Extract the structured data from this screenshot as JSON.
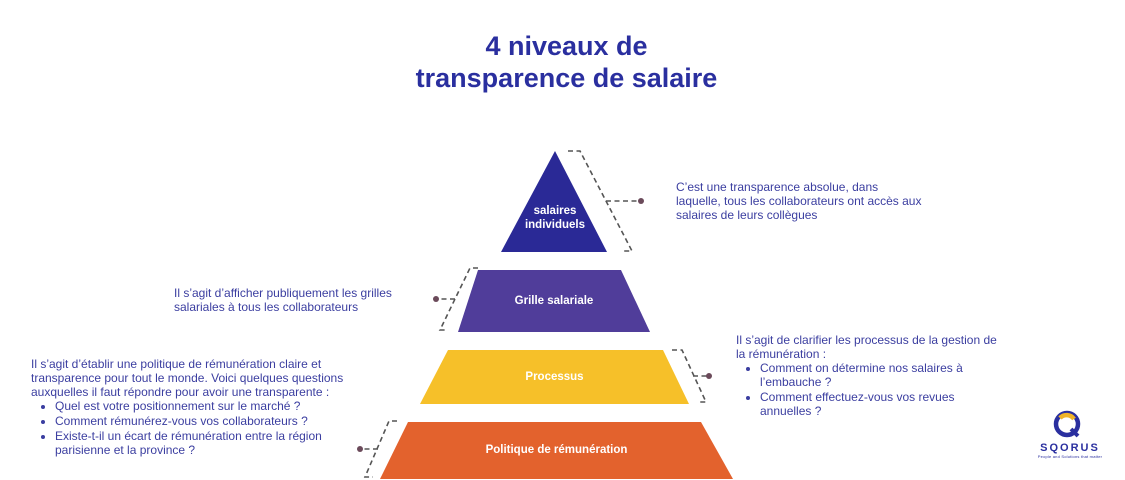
{
  "title": {
    "line1": "4 niveaux de",
    "line2": "transparence de salaire"
  },
  "levels": [
    {
      "label": "salaires individuels",
      "color": "#2a2996"
    },
    {
      "label": "Grille salariale",
      "color": "#503d9a"
    },
    {
      "label": "Processus",
      "color": "#f6c029"
    },
    {
      "label": "Politique de rémunération",
      "color": "#e3622d"
    }
  ],
  "descriptions": {
    "individuels": "C’est une transparence absolue, dans laquelle, tous les collaborateurs ont accès aux salaires de leurs collègues",
    "grille": "Il s’agit d’afficher publiquement les grilles salariales à tous les collaborateurs",
    "processus": {
      "intro": "Il s’agit de clarifier les processus de la gestion de la rémunération :",
      "items": [
        "Comment on détermine nos salaires à l’embauche ?",
        "Comment effectuez-vous vos revues annuelles ?"
      ]
    },
    "politique": {
      "intro": "Il s’agit d’établir une politique de rémunération claire et transparence pour tout le monde. Voici quelques questions auxquelles il faut répondre pour avoir une transparente :",
      "items": [
        "Quel est votre positionnement sur le marché ?",
        "Comment rémunérez-vous vos collaborateurs ?",
        "Existe-t-il un écart de rémunération entre la région parisienne et la province ?"
      ]
    }
  },
  "logo": {
    "name": "SQORUS",
    "tagline": "People and Solutions that matter",
    "color": "#2a2f9f",
    "accent": "#f0b429"
  },
  "connector_color": "#555555",
  "dot_color": "#6b4a5a",
  "text_color": "#3b3ea0"
}
